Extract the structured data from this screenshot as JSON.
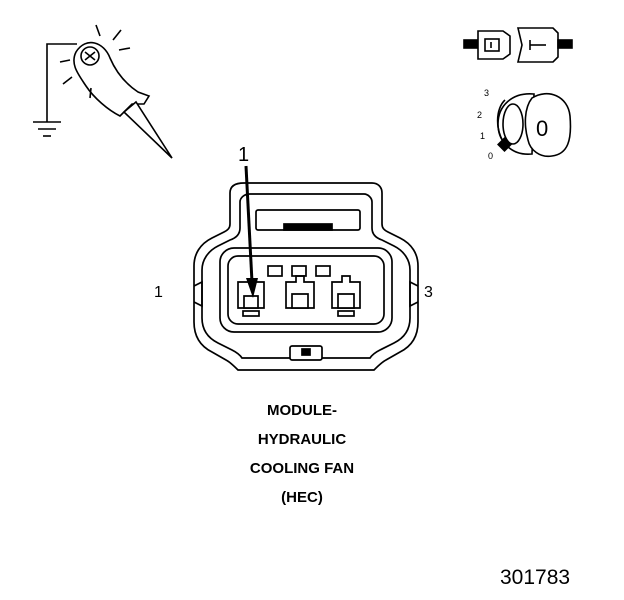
{
  "callout_label": "1",
  "left_pin_label": "1",
  "right_pin_label": "3",
  "caption": {
    "line1": "MODULE-",
    "line2": "HYDRAULIC",
    "line3": "COOLING FAN",
    "line4": "(HEC)"
  },
  "figure_number": "301783",
  "ignition_dial": {
    "pos3": "3",
    "pos2": "2",
    "pos1": "1",
    "pos0": "0",
    "key_label": "0"
  },
  "icons": {
    "probe": "test-probe-ground-icon",
    "connector": "disconnected-connector-icon",
    "ignition": "ignition-key-icon"
  },
  "colors": {
    "ink": "#000000",
    "paper": "#ffffff",
    "shade": "#d9d9d9"
  }
}
